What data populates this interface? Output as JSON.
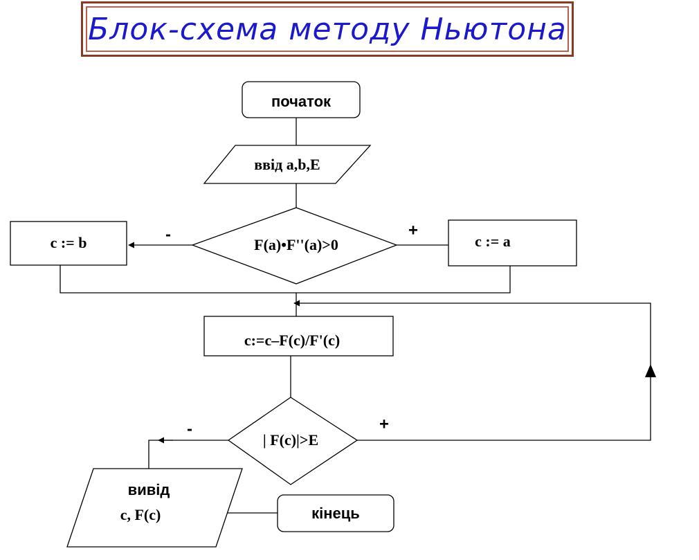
{
  "title": "Блок-схема методу Ньютона",
  "nodes": {
    "start": "початок",
    "input": "ввід a,b,E",
    "decision1": "F(a)•F''(a)>0",
    "assign_b": "c := b",
    "assign_a": "c := a",
    "process": "c:=c–F(c)/F'(c)",
    "decision2": "| F(c)|>E",
    "output_line1": "вивід",
    "output_line2": "c, F(c)",
    "end": "кінець"
  },
  "branches": {
    "d1_no": "-",
    "d1_yes": "+",
    "d2_no": "-",
    "d2_yes": "+"
  }
}
